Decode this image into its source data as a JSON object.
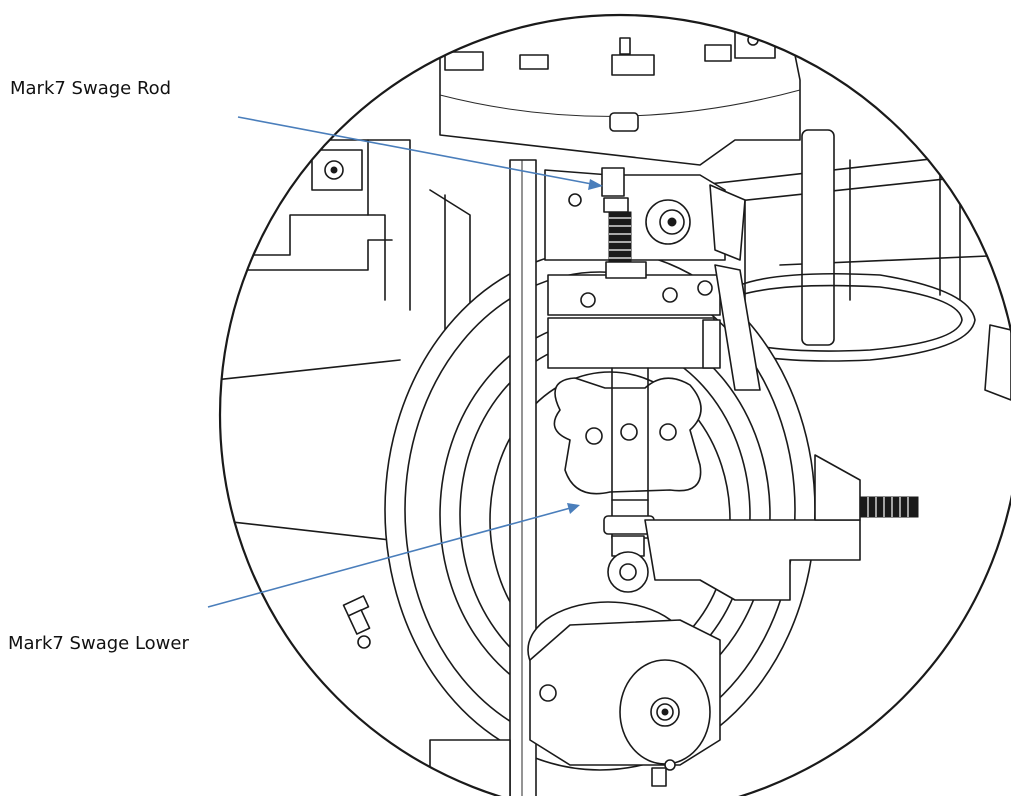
{
  "callouts": [
    {
      "id": "rod",
      "label": "Mark7 Swage Rod"
    },
    {
      "id": "lower",
      "label": "Mark7 Swage Lower"
    }
  ],
  "colors": {
    "line_art": "#1a1a1a",
    "leader_line": "#4a7ebb",
    "label_text": "#111111",
    "background": "#ffffff"
  }
}
